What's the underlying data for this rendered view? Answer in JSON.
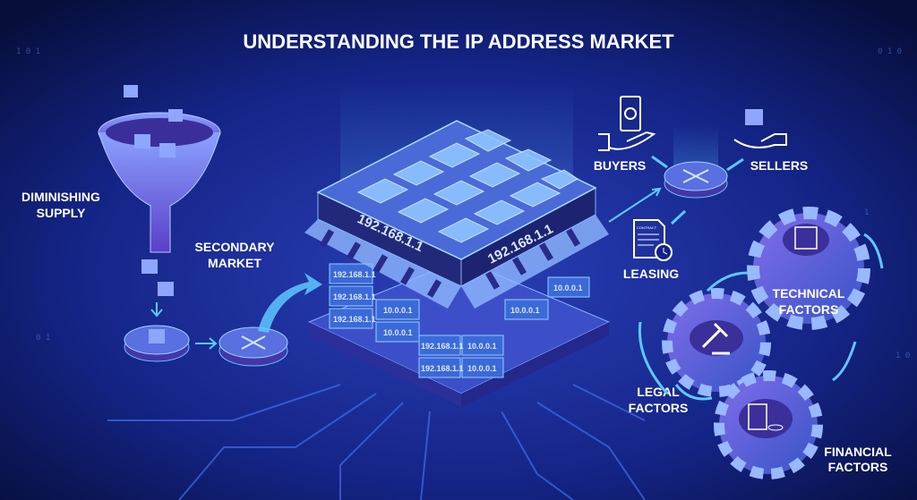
{
  "title": "UNDERSTANDING THE IP ADDRESS MARKET",
  "left": {
    "supply_label": [
      "DIMINISHING",
      "SUPPLY"
    ],
    "secondary_label": [
      "SECONDARY",
      "MARKET"
    ]
  },
  "market": {
    "awning_ip_left": "192.168.1.1",
    "awning_ip_right": "192.168.1.1",
    "crate_ips": [
      "192.168.1.1",
      "192.168.1.1",
      "10.0.0.1",
      "10.0.0.1",
      "192.168.1.1",
      "192.168.1.1",
      "192.168.1.1",
      "10.0.0.1",
      "10.0.0.1",
      "10.0.0.1",
      "10.0.0.1"
    ]
  },
  "right": {
    "buyers": "BUYERS",
    "sellers": "SELLERS",
    "leasing": "LEASING",
    "contract_text": "CONTRACT",
    "technical": [
      "TECHNICAL",
      "FACTORS"
    ],
    "legal": [
      "LEGAL",
      "FACTORS"
    ],
    "financial": [
      "FINANCIAL",
      "FACTORS"
    ]
  },
  "colors": {
    "bg": "#0a1550",
    "accent": "#5ec8ff",
    "purple": "#6a55d8"
  }
}
